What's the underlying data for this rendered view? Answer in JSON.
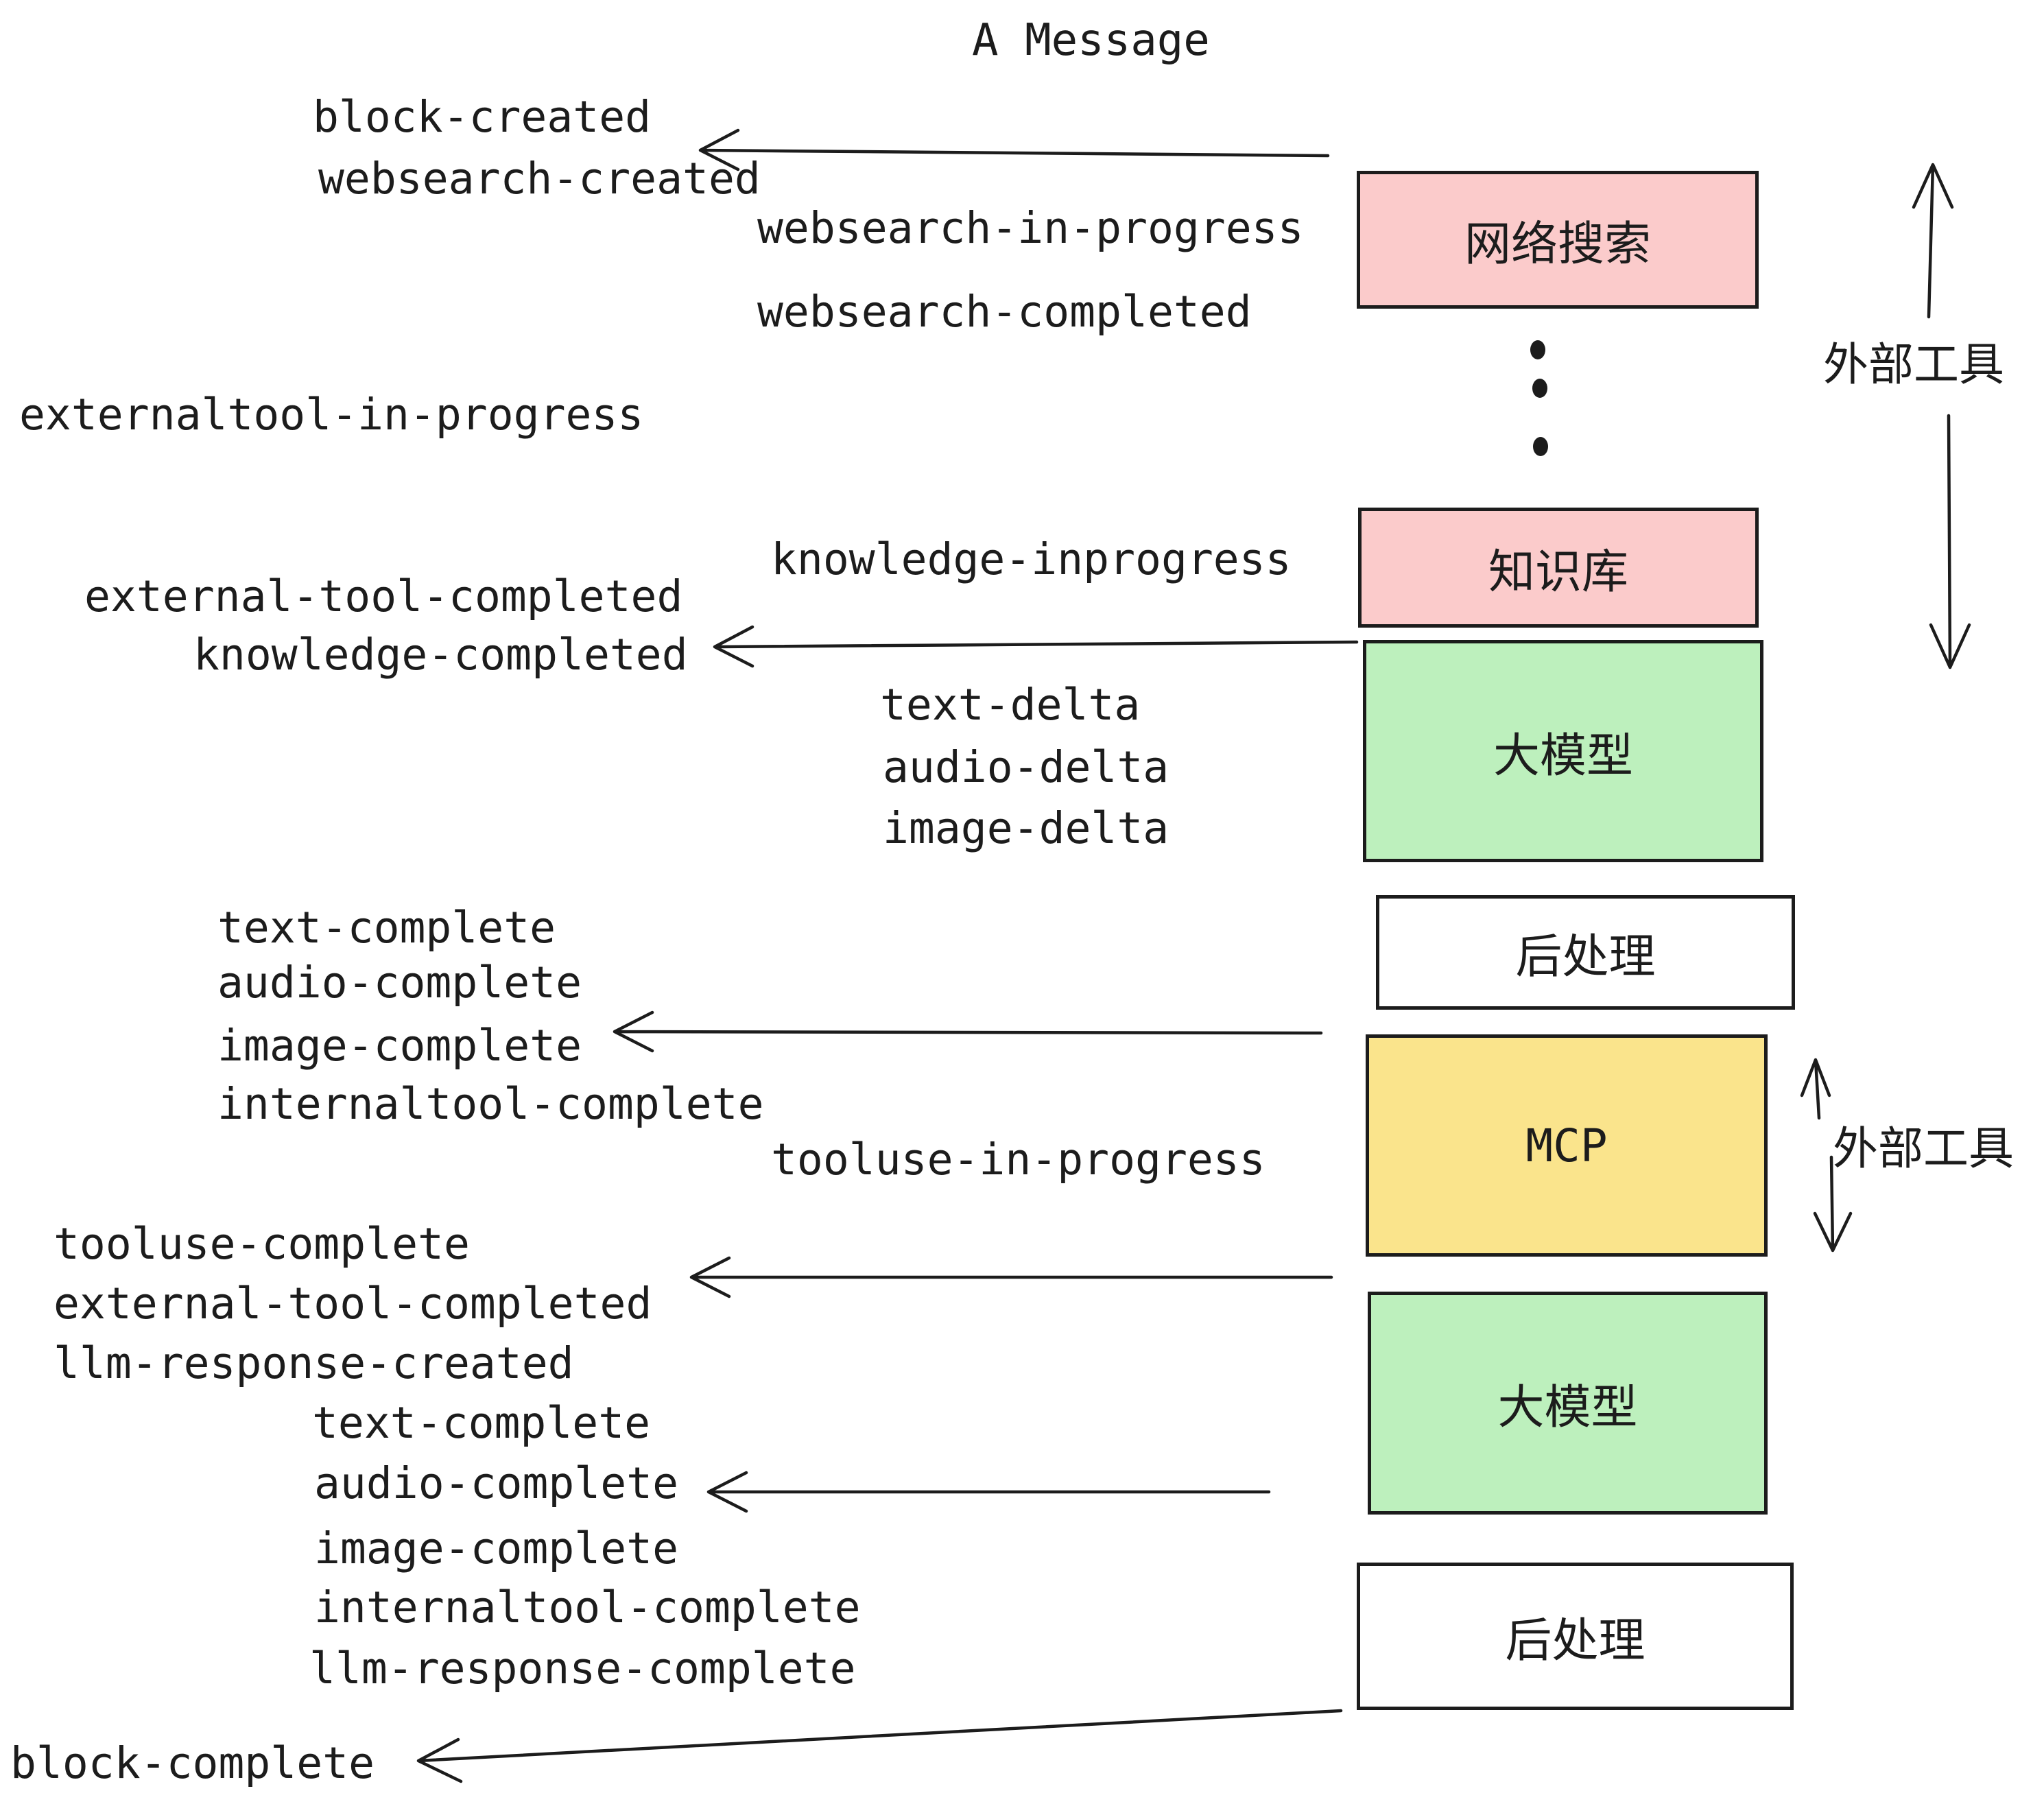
{
  "title": "A Message",
  "events": [
    "block-created",
    "websearch-created",
    "websearch-in-progress",
    "websearch-completed",
    "externaltool-in-progress",
    "knowledge-inprogress",
    "external-tool-completed",
    "knowledge-completed",
    "text-delta",
    "audio-delta",
    "image-delta",
    "text-complete",
    "audio-complete",
    "image-complete",
    "internaltool-complete",
    "tooluse-in-progress",
    "tooluse-complete",
    "external-tool-completed",
    "llm-response-created",
    "text-complete",
    "audio-complete",
    "image-complete",
    "internaltool-complete",
    "llm-response-complete",
    "block-complete"
  ],
  "boxes": [
    {
      "id": "websearch",
      "label": "网络搜索",
      "color": "#fbcbcb"
    },
    {
      "id": "knowledge",
      "label": "知识库",
      "color": "#fbcbcb"
    },
    {
      "id": "llm-1",
      "label": "大模型",
      "color": "#bdf0bd"
    },
    {
      "id": "post-1",
      "label": "后处理",
      "color": "#ffffff"
    },
    {
      "id": "mcp",
      "label": "MCP",
      "color": "#fae48c"
    },
    {
      "id": "llm-2",
      "label": "大模型",
      "color": "#bdf0bd"
    },
    {
      "id": "post-2",
      "label": "后处理",
      "color": "#ffffff"
    }
  ],
  "side_labels": [
    {
      "text": "外部工具"
    },
    {
      "text": "外部工具"
    }
  ],
  "colors": {
    "pink": "#fbcbcb",
    "green": "#bdf0bd",
    "yellow": "#fae48c",
    "white": "#ffffff",
    "ink": "#1c1c1c"
  }
}
